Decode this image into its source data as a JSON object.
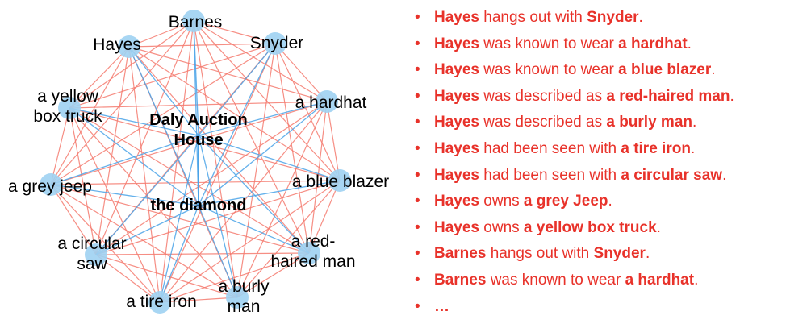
{
  "colors": {
    "edge_red": "#f47a6e",
    "edge_blue": "#4aa3e8",
    "node_fill": "#9fd1f2",
    "bullet_text": "#e8322a"
  },
  "graph": {
    "nodes": [
      {
        "id": "barnes",
        "label": [
          "Barnes"
        ]
      },
      {
        "id": "snyder",
        "label": [
          "Snyder"
        ]
      },
      {
        "id": "hardhat",
        "label": [
          "a hardhat"
        ]
      },
      {
        "id": "blue_blazer",
        "label": [
          "a blue blazer"
        ]
      },
      {
        "id": "red_haired",
        "label": [
          "a red-",
          "haired man"
        ]
      },
      {
        "id": "burly",
        "label": [
          "a burly",
          "man"
        ]
      },
      {
        "id": "tire_iron",
        "label": [
          "a tire iron"
        ]
      },
      {
        "id": "circular_saw",
        "label": [
          "a circular",
          "saw"
        ]
      },
      {
        "id": "grey_jeep",
        "label": [
          "a grey jeep"
        ]
      },
      {
        "id": "yellow_truck",
        "label": [
          "a yellow",
          "box truck"
        ]
      },
      {
        "id": "hayes",
        "label": [
          "Hayes"
        ]
      }
    ],
    "hubs": [
      {
        "id": "auction",
        "label": [
          "Daly Auction",
          "House"
        ]
      },
      {
        "id": "diamond",
        "label": [
          "the diamond"
        ]
      }
    ]
  },
  "facts": [
    [
      {
        "t": "Hayes",
        "b": true
      },
      {
        "t": " hangs out with ",
        "b": false
      },
      {
        "t": "Snyder",
        "b": true
      },
      {
        "t": ".",
        "b": false
      }
    ],
    [
      {
        "t": "Hayes",
        "b": true
      },
      {
        "t": " was known to wear ",
        "b": false
      },
      {
        "t": "a hardhat",
        "b": true
      },
      {
        "t": ".",
        "b": false
      }
    ],
    [
      {
        "t": "Hayes",
        "b": true
      },
      {
        "t": " was known to wear ",
        "b": false
      },
      {
        "t": "a blue blazer",
        "b": true
      },
      {
        "t": ".",
        "b": false
      }
    ],
    [
      {
        "t": "Hayes",
        "b": true
      },
      {
        "t": " was described as ",
        "b": false
      },
      {
        "t": "a red-haired man",
        "b": true
      },
      {
        "t": ".",
        "b": false
      }
    ],
    [
      {
        "t": "Hayes",
        "b": true
      },
      {
        "t": " was described as ",
        "b": false
      },
      {
        "t": "a burly man",
        "b": true
      },
      {
        "t": ".",
        "b": false
      }
    ],
    [
      {
        "t": "Hayes",
        "b": true
      },
      {
        "t": " had been seen with ",
        "b": false
      },
      {
        "t": "a tire iron",
        "b": true
      },
      {
        "t": ".",
        "b": false
      }
    ],
    [
      {
        "t": "Hayes",
        "b": true
      },
      {
        "t": " had been seen with ",
        "b": false
      },
      {
        "t": "a circular saw",
        "b": true
      },
      {
        "t": ".",
        "b": false
      }
    ],
    [
      {
        "t": "Hayes",
        "b": true
      },
      {
        "t": " owns ",
        "b": false
      },
      {
        "t": "a grey Jeep",
        "b": true
      },
      {
        "t": ".",
        "b": false
      }
    ],
    [
      {
        "t": "Hayes",
        "b": true
      },
      {
        "t": " owns ",
        "b": false
      },
      {
        "t": "a yellow box truck",
        "b": true
      },
      {
        "t": ".",
        "b": false
      }
    ],
    [
      {
        "t": "Barnes",
        "b": true
      },
      {
        "t": " hangs out with ",
        "b": false
      },
      {
        "t": "Snyder",
        "b": true
      },
      {
        "t": ".",
        "b": false
      }
    ],
    [
      {
        "t": "Barnes",
        "b": true
      },
      {
        "t": " was known to wear ",
        "b": false
      },
      {
        "t": "a hardhat",
        "b": true
      },
      {
        "t": ".",
        "b": false
      }
    ],
    [
      {
        "t": "…",
        "b": true
      }
    ]
  ]
}
